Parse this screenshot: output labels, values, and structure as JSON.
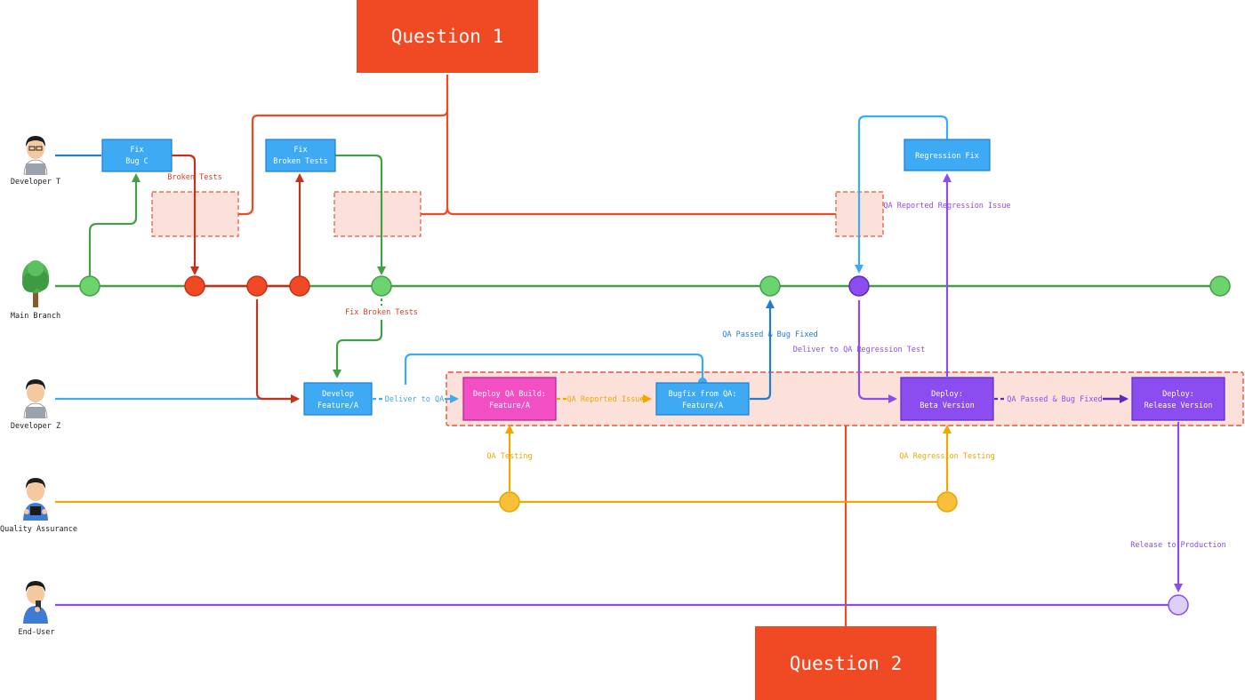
{
  "callouts": {
    "question_1": "Question 1",
    "question_2": "Question 2"
  },
  "lanes": {
    "developer_t": "Developer T",
    "main_branch": "Main Branch",
    "developer_z": "Developer Z",
    "quality_assurance": "Quality Assurance",
    "end_user": "End-User"
  },
  "boxes": {
    "fix_bug_c": [
      "Fix",
      "Bug C"
    ],
    "fix_broken_tests": [
      "Fix",
      "Broken Tests"
    ],
    "regression_fix": [
      "Regression Fix"
    ],
    "develop_feature": [
      "Develop",
      "Feature/A"
    ],
    "deploy_qa_build": [
      "Deploy QA Build:",
      "Feature/A"
    ],
    "bugfix_from_qa": [
      "Bugfix from QA:",
      "Feature/A"
    ],
    "deploy_beta": [
      "Deploy:",
      "Beta Version"
    ],
    "deploy_release": [
      "Deploy:",
      "Release Version"
    ]
  },
  "edge_labels": {
    "broken_tests": "Broken Tests",
    "fix_broken_tests": "Fix Broken Tests",
    "deliver_to_qa": "Deliver to QA",
    "qa_reported_issue": "QA Reported Issue",
    "qa_passed_bug_fixed_1": "QA Passed & Bug Fixed",
    "deliver_to_qa_regression": "Deliver to QA Regression Test",
    "qa_reported_regression": "QA Reported Regression Issue",
    "qa_passed_bug_fixed_2": "QA Passed & Bug Fixed",
    "qa_testing": "QA Testing",
    "qa_regression_testing": "QA Regression Testing",
    "release_to_production": "Release to Production"
  },
  "colors": {
    "green": "#43a047",
    "green_node": "#6bd46f",
    "red": "#d93b22",
    "red_node": "#f04a24",
    "blue": "#1e7fd1",
    "light_blue": "#3eaaf3",
    "orange": "#f0a800",
    "yellow_node": "#f8c03a",
    "purple": "#8b4cf0",
    "purple_dark": "#5b2bc0",
    "pink": "#f24fc4",
    "lavender": "#ddd0f8",
    "callout": "#f04a24",
    "highlight_fill": "#fbe1da",
    "highlight_stroke": "#e6543a"
  }
}
